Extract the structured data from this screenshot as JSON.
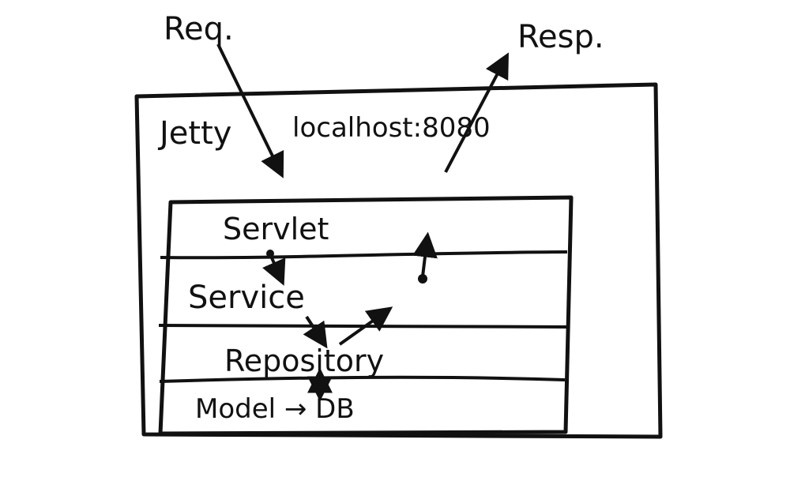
{
  "diagram": {
    "labels": {
      "request": "Req.",
      "response": "Resp.",
      "container": "Jetty",
      "host": "localhost:8080"
    },
    "layers": [
      {
        "name": "Servlet"
      },
      {
        "name": "Service"
      },
      {
        "name": "Repository"
      },
      {
        "name": "Model → DB"
      }
    ],
    "stroke_color": "#111111",
    "background_color": "#ffffff"
  }
}
